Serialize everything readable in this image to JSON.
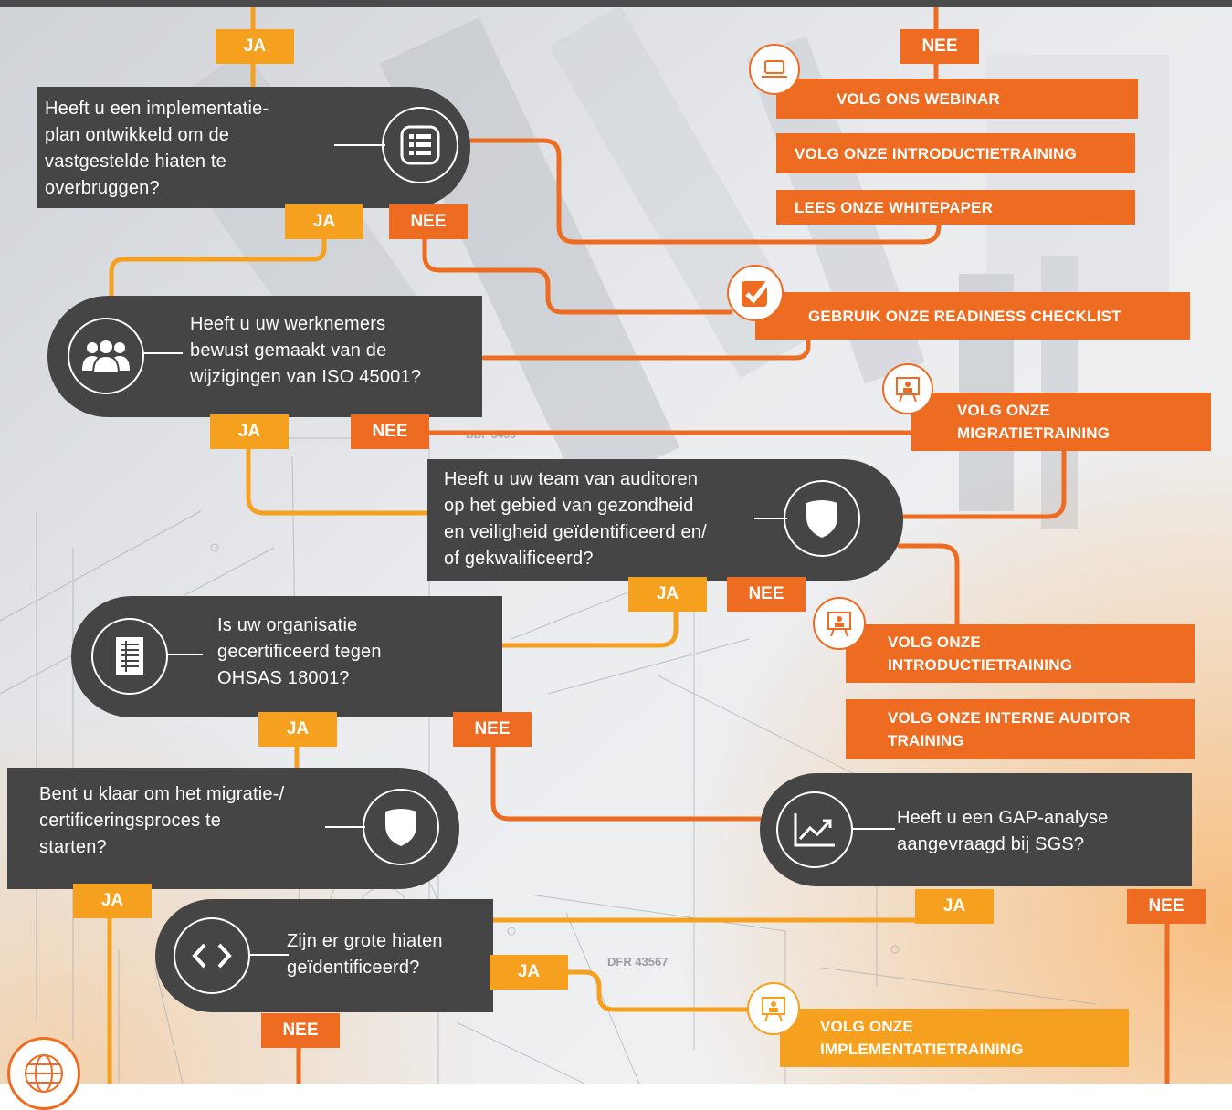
{
  "colors": {
    "dark": "#454545",
    "orange": "#ee6c22",
    "yellow": "#f5a01e"
  },
  "questions": [
    {
      "text": "Heeft u een implementatie-plan ontwikkeld om de vastgestelde hiaten te overbruggen?",
      "lines": [
        "Heeft u een implementatie-",
        "plan ontwikkeld om de",
        "vastgestelde hiaten te",
        "overbruggen?"
      ],
      "icon": "list-icon"
    },
    {
      "lines": [
        "Heeft u uw werknemers",
        "bewust gemaakt van de",
        "wijzigingen van ISO 45001?"
      ],
      "icon": "people-icon"
    },
    {
      "lines": [
        "Heeft u uw team van auditoren",
        "op het gebied van gezondheid",
        "en veiligheid geïdentificeerd en/",
        "of gekwalificeerd?"
      ],
      "icon": "shield-icon"
    },
    {
      "lines": [
        "Is uw organisatie",
        "gecertificeerd tegen",
        "OHSAS 18001?"
      ],
      "icon": "document-icon"
    },
    {
      "lines": [
        "Bent u klaar om het migratie-/",
        "certificeringsproces te",
        "starten?"
      ],
      "icon": "shield-icon"
    },
    {
      "lines": [
        "Heeft u een  GAP-analyse",
        "aangevraagd bij SGS?"
      ],
      "icon": "chart-icon"
    },
    {
      "lines": [
        "Zijn er grote hiaten",
        "geïdentificeerd?"
      ],
      "icon": "code-icon"
    }
  ],
  "labels": {
    "yes": "JA",
    "no": "NEE"
  },
  "actions": {
    "webinar": "VOLG ONS WEBINAR",
    "introductie": "VOLG ONZE INTRODUCTIETRAINING",
    "whitepaper": "LEES ONZE WHITEPAPER",
    "checklist": "GEBRUIK ONZE READINESS CHECKLIST",
    "migratie": [
      "VOLG ONZE",
      "MIGRATIETRAINING"
    ],
    "introductie2": [
      "VOLG ONZE",
      "INTRODUCTIETRAINING"
    ],
    "auditor": [
      "VOLG ONZE INTERNE AUDITOR",
      "TRAINING"
    ],
    "implementatie": [
      "VOLG ONZE",
      "IMPLEMENTATIETRAINING"
    ]
  },
  "decor": {
    "drawing_label_1": "DFR 43567",
    "drawing_label_2": "BBF 3435"
  }
}
